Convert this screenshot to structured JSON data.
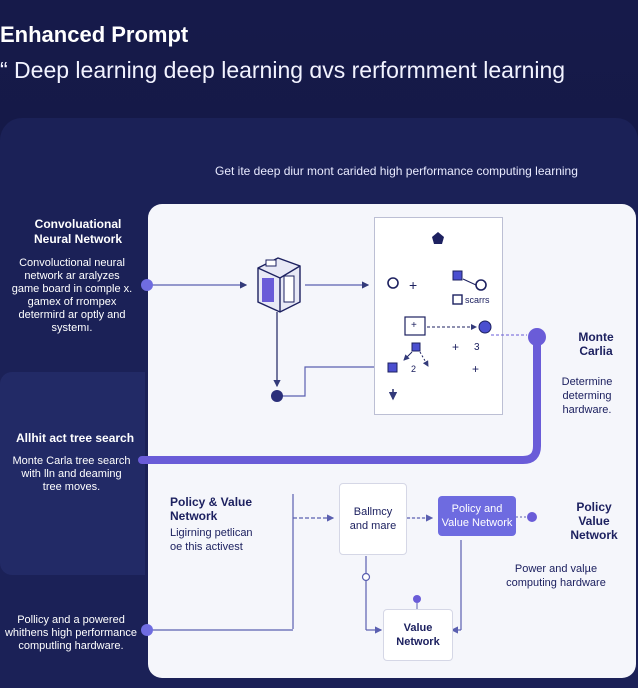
{
  "header": {
    "title": "Enhanced Prompt",
    "prompt": "“ Deep learning deep learning ɑvs rerformment learning"
  },
  "subtitle": "Get ite deep diur mont carided high performance computing learning",
  "left": {
    "cnn_title": "Convoluational\nNeural Network",
    "cnn_desc": "Convoluctional neural\nnetwork ar aralyzes\ngame board in comple x.\ngamex of rrompex\ndetermird ar optly and\nsystemı.",
    "mcts_title": "Allhit act tree search",
    "mcts_desc": "Monte Carla tree search\nwith lln and deaming\ntree moves.",
    "policy_desc": "Pollicy and a powered\nwhithens high performance\ncomputling hardware."
  },
  "right": {
    "monte_title": "Monte\nCarlia",
    "monte_desc": "Determine\ndeterming\nhardware.",
    "policy_title": "Policy\nValue\nNetwork",
    "policy_desc": "Power and valµe\ncomputing hardware"
  },
  "board": {
    "label_scarrs": "scarrs",
    "label_plus1": "+",
    "label_3": "3",
    "label_2": "2",
    "label_plus2": "+",
    "label_plus3": "+",
    "label_plus4": "+"
  },
  "center": {
    "pv_title": "Policy & Value\nNetwork",
    "pv_desc": "Ligirning petlican\noe this activest",
    "ballmcy": "Ballmcy\nand mare",
    "policy_value_card": "Policy and\nValue Network",
    "value_card": "Value\nNetwork"
  },
  "colors": {
    "background": "#151947",
    "panel": "#1b2157",
    "card": "#f5f6fb",
    "accent": "#6a5cd8",
    "accent_dark": "#1d2160"
  }
}
